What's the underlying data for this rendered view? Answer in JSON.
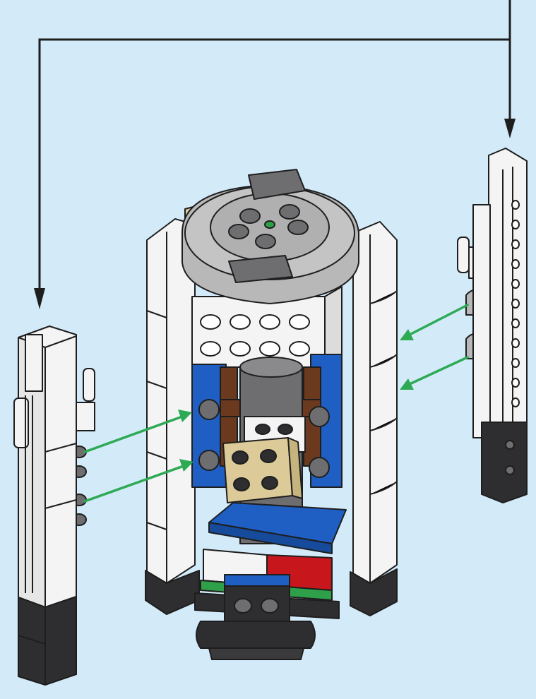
{
  "diagram": {
    "colors": {
      "background": "#d3ebf9",
      "outline": "#1e1e1e",
      "white_brick": "#f4f4f4",
      "light_gray": "#b8b8b8",
      "dark_gray": "#6e6e70",
      "black_brick": "#2e2e30",
      "blue_brick": "#1f5fc4",
      "brown_brick": "#6b3a1e",
      "tan_brick": "#dccb98",
      "red_brick": "#c8161d",
      "green_strip": "#2fa04a",
      "assembly_arrow": "#1e1e1e",
      "attach_arrow": "#2eaa55"
    },
    "parts": [
      {
        "id": "left-side-panel",
        "icon": "white-tall-side-panel-icon"
      },
      {
        "id": "right-side-panel",
        "icon": "white-tall-side-panel-icon"
      },
      {
        "id": "core-body",
        "icon": "round-turntable-top-icon"
      }
    ],
    "arrows": [
      {
        "id": "split-arrow",
        "kind": "assembly",
        "branches": 2
      },
      {
        "id": "attach-left",
        "kind": "attach",
        "count": 2
      },
      {
        "id": "attach-right",
        "kind": "attach",
        "count": 2
      }
    ]
  }
}
